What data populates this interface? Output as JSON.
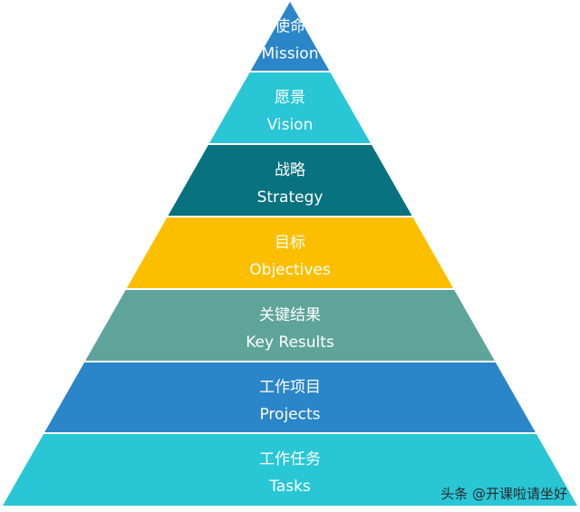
{
  "layers": [
    {
      "zh": "使命",
      "en": "Mission",
      "color": "#2a86c8"
    },
    {
      "zh": "愿景",
      "en": "Vision",
      "color": "#29c6d6"
    },
    {
      "zh": "战略",
      "en": "Strategy",
      "color": "#08727f"
    },
    {
      "zh": "目标",
      "en": "Objectives",
      "color": "#fcbf00"
    },
    {
      "zh": "关键结果",
      "en": "Key Results",
      "color": "#5fa49a"
    },
    {
      "zh": "工作项目",
      "en": "Projects",
      "color": "#2a86c8"
    },
    {
      "zh": "工作任务",
      "en": "Tasks",
      "color": "#29c6d6"
    }
  ],
  "watermark": "头条 @开课啦请坐好"
}
